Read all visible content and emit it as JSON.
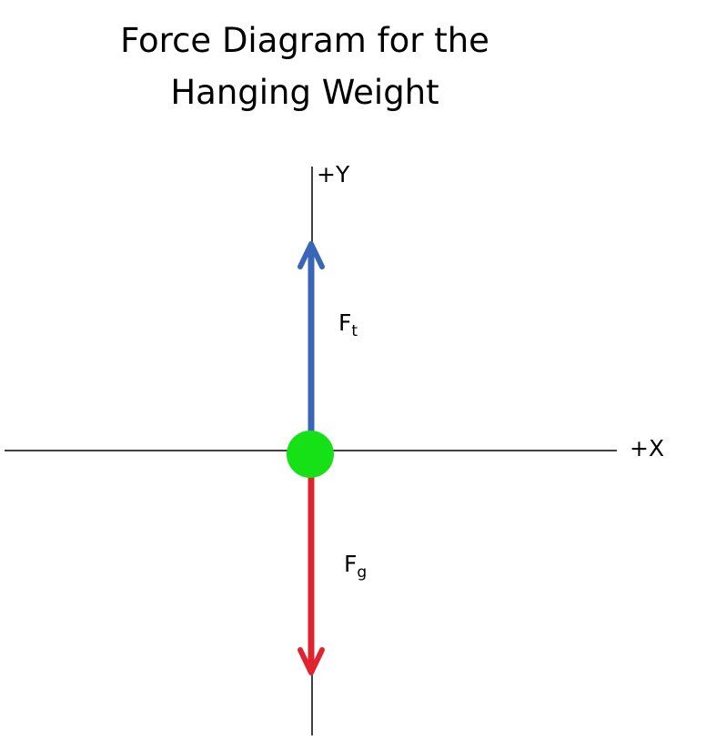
{
  "title": {
    "line1": "Force Diagram for the",
    "line2": "Hanging Weight"
  },
  "axes": {
    "x_label": "+X",
    "y_label": "+Y"
  },
  "forces": {
    "tension": {
      "symbol": "F",
      "subscript": "t",
      "direction": "up",
      "color": "#3a66b8"
    },
    "gravity": {
      "symbol": "F",
      "subscript": "g",
      "direction": "down",
      "color": "#e0242f"
    }
  },
  "object": {
    "color": "#16e016"
  }
}
